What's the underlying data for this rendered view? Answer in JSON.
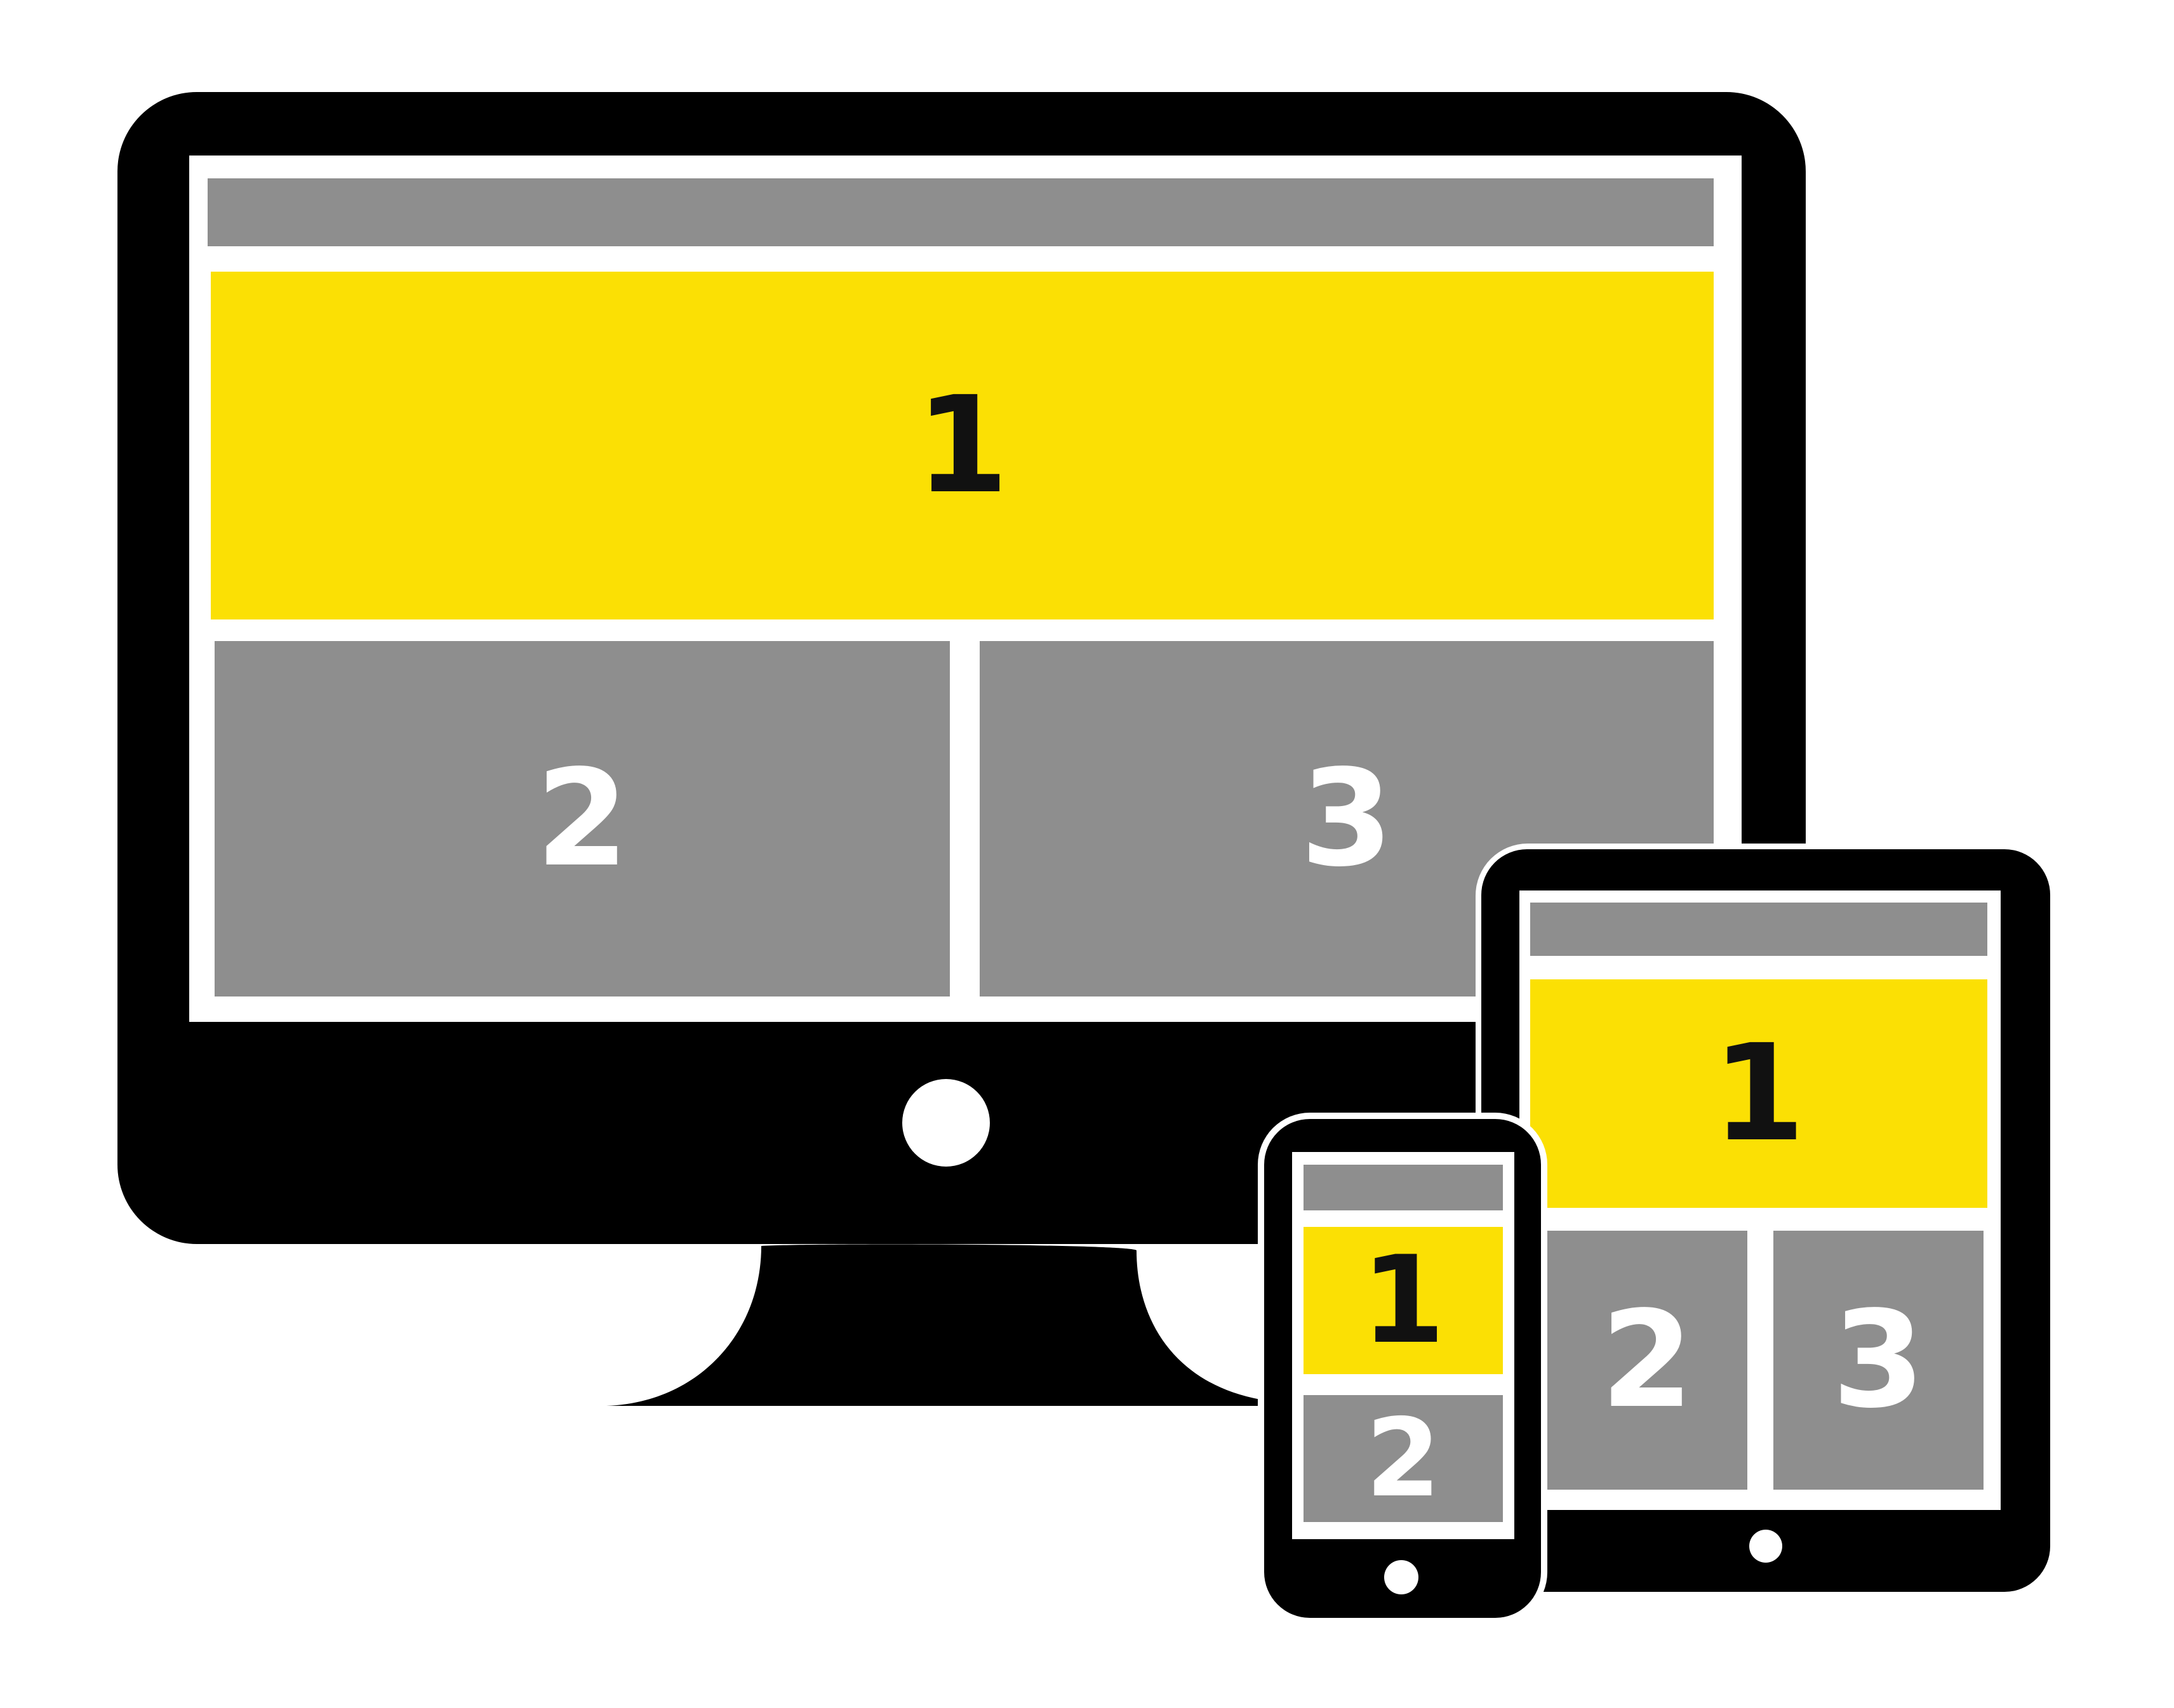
{
  "colors": {
    "device": "#000000",
    "screen": "#ffffff",
    "header_block": "#8e8e8e",
    "primary_block": "#fbe004",
    "secondary_block": "#8e8e8e",
    "primary_label": "#111111",
    "secondary_label": "#ffffff"
  },
  "desktop": {
    "block_1": "1",
    "block_2": "2",
    "block_3": "3"
  },
  "tablet": {
    "block_1": "1",
    "block_2": "2",
    "block_3": "3"
  },
  "phone": {
    "block_1": "1",
    "block_2": "2"
  }
}
